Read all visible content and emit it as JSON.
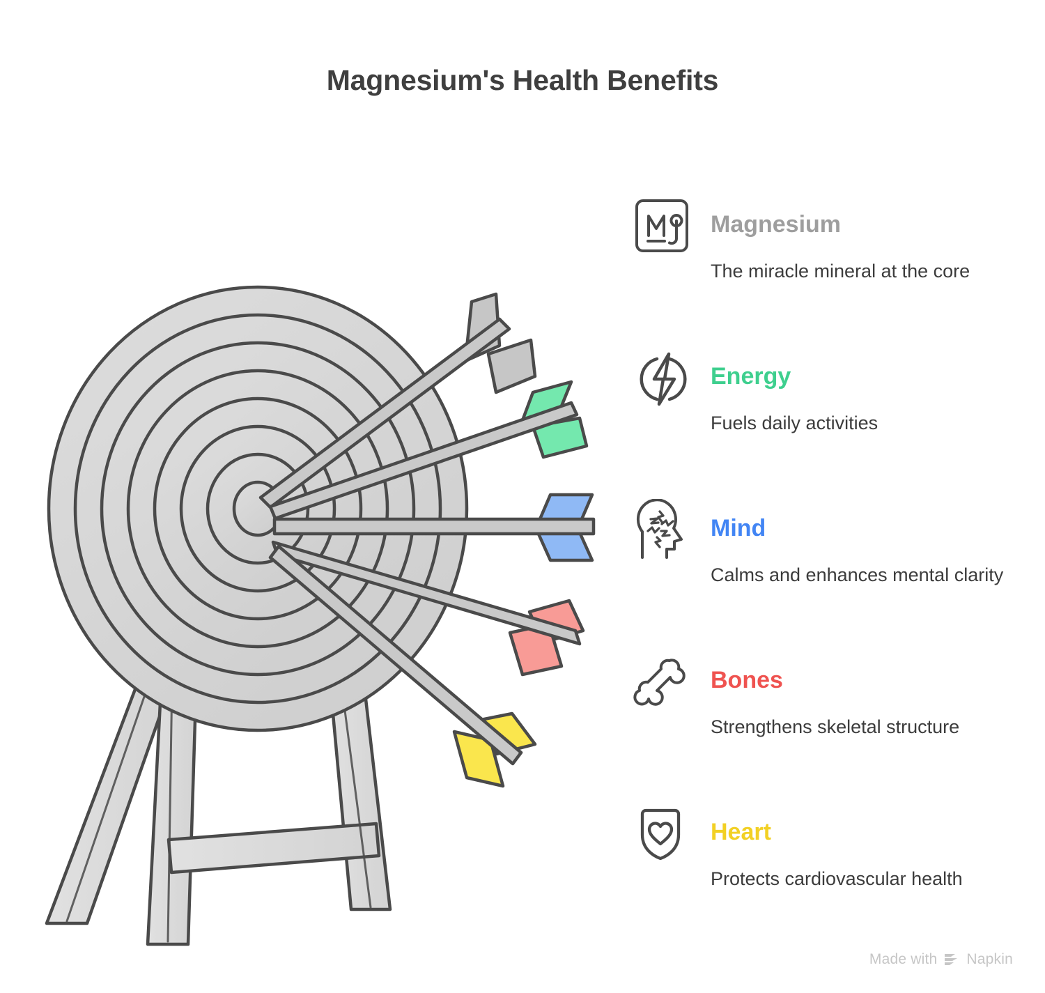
{
  "title": "Magnesium's Health Benefits",
  "colors": {
    "title": "#3f3f3f",
    "description": "#3c3c3c",
    "magnesium": "#9e9e9e",
    "energy": "#3ecf8e",
    "mind": "#4285f4",
    "bones": "#ef5350",
    "heart": "#f2d024",
    "outline": "#4a4a4a",
    "target_fill": "#d5d5d5",
    "stand_fill": "#dcdcdc",
    "arrow_shaft": "#c9c9c9",
    "fletch_gray": "#c6c6c6",
    "fletch_green": "#74e8ae",
    "fletch_blue": "#8fb9f5",
    "fletch_red": "#f89b96",
    "fletch_yellow": "#fae64d",
    "watermark": "#c6c6c6"
  },
  "benefits": [
    {
      "icon": "mg-element-icon",
      "title": "Magnesium",
      "description": "The miracle mineral at the core",
      "color_key": "magnesium"
    },
    {
      "icon": "lightning-bolt-icon",
      "title": "Energy",
      "description": "Fuels daily activities",
      "color_key": "energy"
    },
    {
      "icon": "head-brain-icon",
      "title": "Mind",
      "description": "Calms and enhances mental clarity",
      "color_key": "mind"
    },
    {
      "icon": "bone-icon",
      "title": "Bones",
      "description": "Strengthens skeletal structure",
      "color_key": "bones"
    },
    {
      "icon": "shield-heart-icon",
      "title": "Heart",
      "description": "Protects cardiovascular health",
      "color_key": "heart"
    }
  ],
  "illustration": {
    "name": "archery-target-with-arrows",
    "target_rings": 8,
    "arrows": [
      {
        "name": "arrow-gray",
        "fletch_color_key": "fletch_gray"
      },
      {
        "name": "arrow-green",
        "fletch_color_key": "fletch_green"
      },
      {
        "name": "arrow-blue",
        "fletch_color_key": "fletch_blue"
      },
      {
        "name": "arrow-red",
        "fletch_color_key": "fletch_red"
      },
      {
        "name": "arrow-yellow",
        "fletch_color_key": "fletch_yellow"
      }
    ]
  },
  "watermark": {
    "text": "Made with",
    "brand": "Napkin"
  }
}
